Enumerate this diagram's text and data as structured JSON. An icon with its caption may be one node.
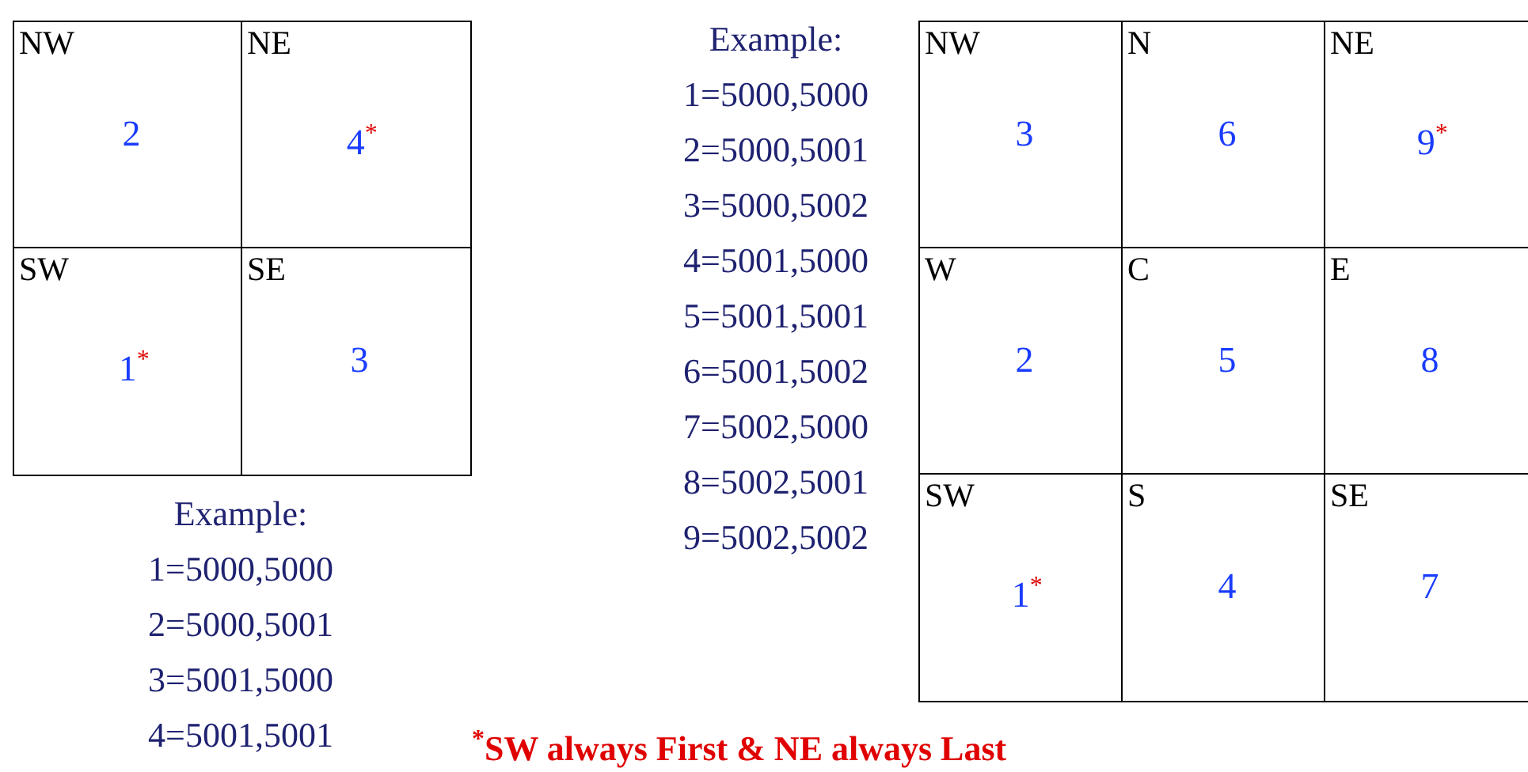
{
  "diagram": {
    "nodes": [
      {
        "text": [
          "NW",
          "2"
        ]
      },
      {
        "text": [
          "NE",
          "4$^{*}$"
        ]
      },
      {
        "text": [
          "SW",
          "1$^{*}$"
        ]
      },
      {
        "text": [
          "SE",
          "3"
        ]
      },
      {
        "text": [
          "NW",
          "3"
        ]
      },
      {
        "text": [
          "N",
          "6"
        ]
      },
      {
        "text": [
          "NE",
          "9$^{*}$"
        ]
      },
      {
        "text": [
          "W",
          "2"
        ]
      },
      {
        "text": [
          "C",
          "5"
        ]
      },
      {
        "text": [
          "E",
          "8"
        ]
      },
      {
        "text": [
          "SW",
          "1$^{*}$"
        ]
      },
      {
        "text": [
          "S",
          "4"
        ]
      },
      {
        "text": [
          "SE",
          "7"
        ]
      }
    ],
    "labels": [
      "Example:",
      "1=5000,5000",
      "2=5000,5001",
      "3=5000,5002",
      "4=5001,5000",
      "5=5001,5001",
      "6=5001,5002",
      "7=5002,5000",
      "8=5002,5001",
      "9=5002,5002",
      "Example:",
      "1=5000,5000",
      "2=5000,5001",
      "3=5001,5000",
      "4=5001,5001",
      "$^{*}$SW always First & NE always Last"
    ]
  }
}
